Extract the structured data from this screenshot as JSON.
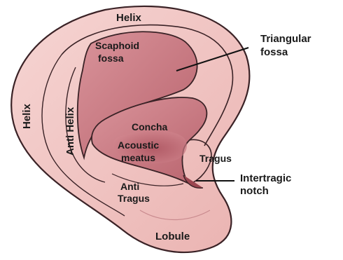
{
  "labels": {
    "helix_top": "Helix",
    "helix_left": "Helix",
    "anti_helix": "Anti Helix",
    "scaphoid_line1": "Scaphoid",
    "scaphoid_line2": "fossa",
    "triangular_line1": "Triangular",
    "triangular_line2": "fossa",
    "concha": "Concha",
    "acoustic_line1": "Acoustic",
    "acoustic_line2": "meatus",
    "tragus": "Tragus",
    "intertragic_line1": "Intertragic",
    "intertragic_line2": "notch",
    "anti_tragus_line1": "Anti",
    "anti_tragus_line2": "Tragus",
    "lobule": "Lobule"
  },
  "colors": {
    "skin_outer": "#f2c7c6",
    "skin_mid": "#e9a9a9",
    "cavity": "#c97a80",
    "cavity_deep": "#b5606a",
    "outline": "#3a2226",
    "pointer": "#111111"
  }
}
